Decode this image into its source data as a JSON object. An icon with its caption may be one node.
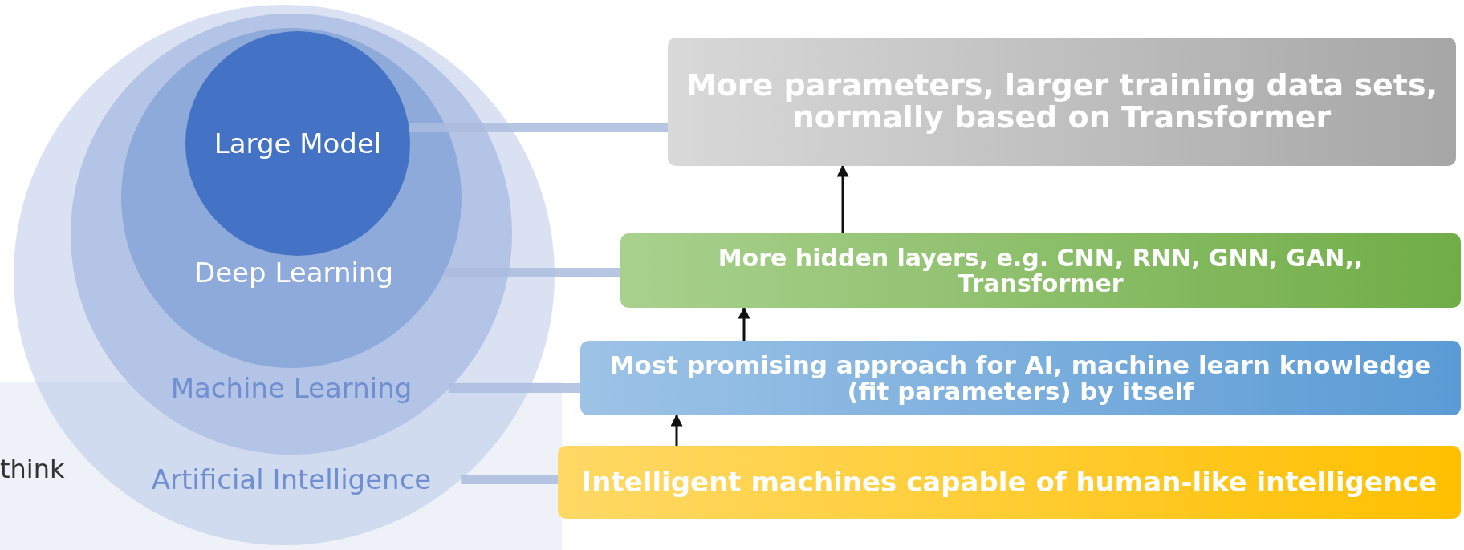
{
  "diagram": {
    "nodes": [
      {
        "text": [
          "Artificial Intelligence"
        ]
      },
      {
        "text": [
          "Machine Learning"
        ],
        "in": 0
      },
      {
        "text": [
          "Deep Learning"
        ],
        "in": 1
      },
      {
        "text": [
          "Large Model"
        ],
        "in": 2
      },
      {
        "text": [
          "More parameters, larger training data sets, normally based on Transformer"
        ]
      },
      {
        "text": [
          "More hidden layers, e.g. CNN, RNN, GNN, GAN,, Transformer"
        ]
      },
      {
        "text": [
          "Most promising approach for AI, machine learn knowledge (fit parameters) by itself"
        ]
      },
      {
        "text": [
          "Intelligent machines capable of human-like intelligence"
        ]
      }
    ],
    "edges": [
      {
        "from": 3,
        "to": 4,
        "arrow": "none"
      },
      {
        "from": 2,
        "to": 5,
        "arrow": "none"
      },
      {
        "from": 1,
        "to": 6,
        "arrow": "none"
      },
      {
        "from": 0,
        "to": 7,
        "arrow": "none"
      },
      {
        "from": 7,
        "to": 6,
        "arrow": "to",
        "color": "#111111"
      },
      {
        "from": 6,
        "to": 5,
        "arrow": "to",
        "color": "#111111"
      },
      {
        "from": 5,
        "to": 4,
        "arrow": "to",
        "color": "#111111"
      }
    ],
    "labels": [
      "think"
    ]
  }
}
